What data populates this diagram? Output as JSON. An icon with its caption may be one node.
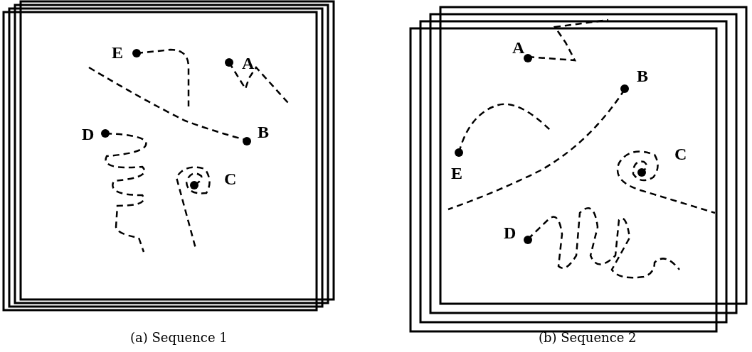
{
  "diagram": {
    "labels": [
      "E",
      "A",
      "D",
      "B",
      "C",
      "A",
      "B",
      "C",
      "E",
      "D",
      "(a) Sequence 1",
      "(b) Sequence 2"
    ]
  }
}
